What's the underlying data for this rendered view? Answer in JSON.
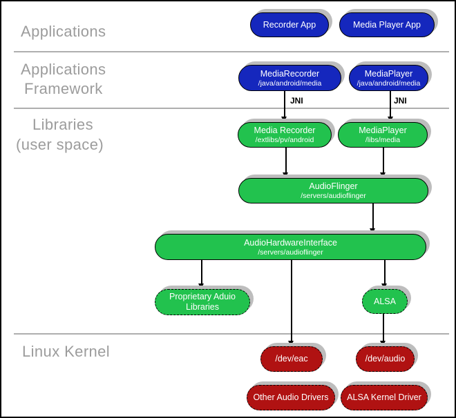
{
  "layers": {
    "applications": "Applications",
    "framework_line1": "Applications",
    "framework_line2": "Framework",
    "libraries_line1": "Libraries",
    "libraries_line2": "(user space)",
    "linux_kernel": "Linux Kernel"
  },
  "nodes": {
    "recorder_app": {
      "label": "Recorder App"
    },
    "media_player_app": {
      "label": "Media Player App"
    },
    "media_recorder_framework": {
      "label": "MediaRecorder",
      "path": "/java/android/media"
    },
    "media_player_framework": {
      "label": "MediaPlayer",
      "path": "/java/android/media"
    },
    "media_recorder_lib": {
      "label": "Media Recorder",
      "path": "/extlibs/pv/android"
    },
    "media_player_lib": {
      "label": "MediaPlayer",
      "path": "/libs/media"
    },
    "audio_flinger": {
      "label": "AudioFlinger",
      "path": "/servers/audioflinger"
    },
    "audio_hardware_interface": {
      "label": "AudioHardwareInterface",
      "path": "/servers/audioflinger"
    },
    "proprietary_audio_libraries": {
      "label": "Proprietary Aduio Libraries"
    },
    "alsa": {
      "label": "ALSA"
    },
    "dev_eac": {
      "label": "/dev/eac"
    },
    "dev_audio": {
      "label": "/dev/audio"
    },
    "other_audio_drivers": {
      "label": "Other Audio Drivers"
    },
    "alsa_kernel_driver": {
      "label": "ALSA Kernel Driver"
    }
  },
  "edges": {
    "jni_1": "JNI",
    "jni_2": "JNI"
  },
  "colors": {
    "app_blue": "#1527BD",
    "lib_green": "#22C24E",
    "kernel_red": "#B01212",
    "label_gray": "#9C9C9C",
    "shadow_gray": "#BDBDBD"
  }
}
